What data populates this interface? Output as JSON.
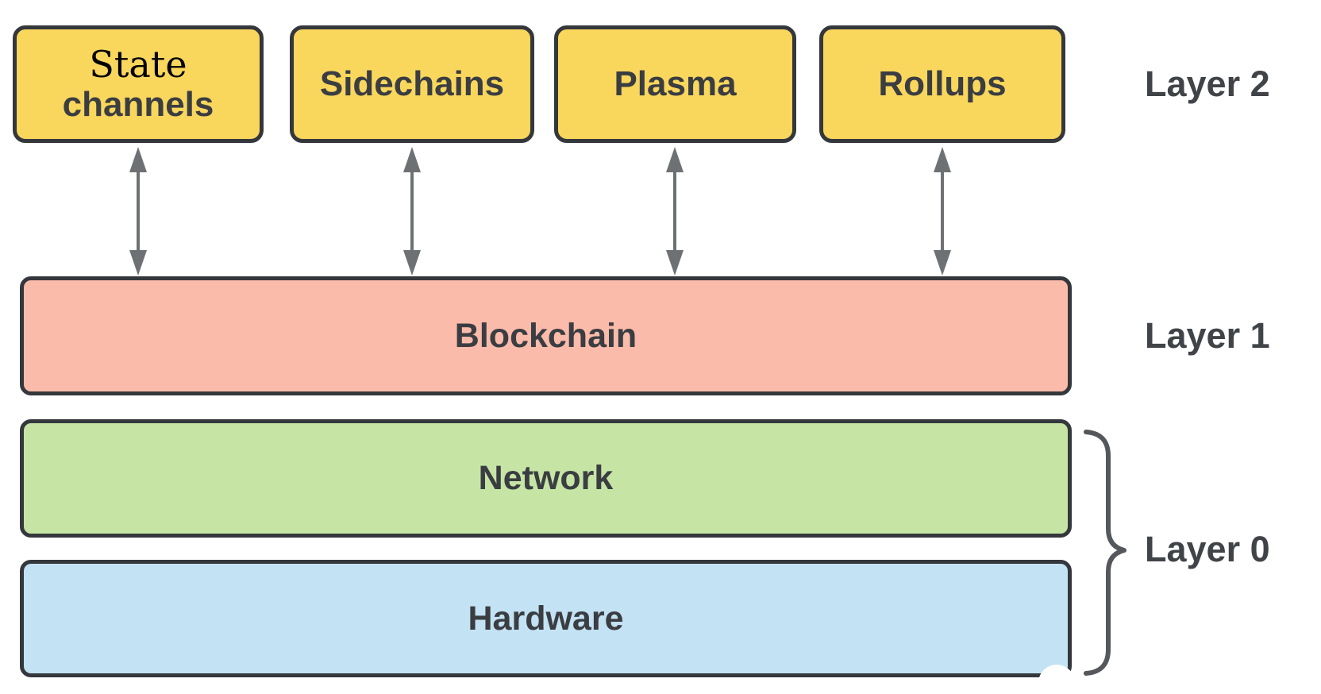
{
  "title": "Blockchain layer architecture diagram",
  "colors": {
    "background": "#FFFFFF",
    "layer2_box_fill": "#F9D65C",
    "layer1_box_fill": "#FBBBAA",
    "network_box_fill": "#C6E5A5",
    "hardware_box_fill": "#C3E2F4",
    "box_border": "#34373B",
    "box_text": "#3A3D41",
    "state_text": "#000000",
    "layer_label_text": "#404448",
    "arrow": "#6E7174",
    "brace": "#54575B"
  },
  "layer2": {
    "label": "Layer 2",
    "boxes": [
      {
        "line1": "State",
        "line2": "channels"
      },
      {
        "label": "Sidechains"
      },
      {
        "label": "Plasma"
      },
      {
        "label": "Rollups"
      }
    ]
  },
  "layer1": {
    "label": "Layer 1",
    "box_label": "Blockchain"
  },
  "layer0": {
    "label": "Layer 0",
    "boxes": [
      {
        "label": "Network"
      },
      {
        "label": "Hardware"
      }
    ]
  },
  "icons": {
    "arrows": "double-headed-vertical-arrow",
    "brace": "right-curly-brace"
  }
}
